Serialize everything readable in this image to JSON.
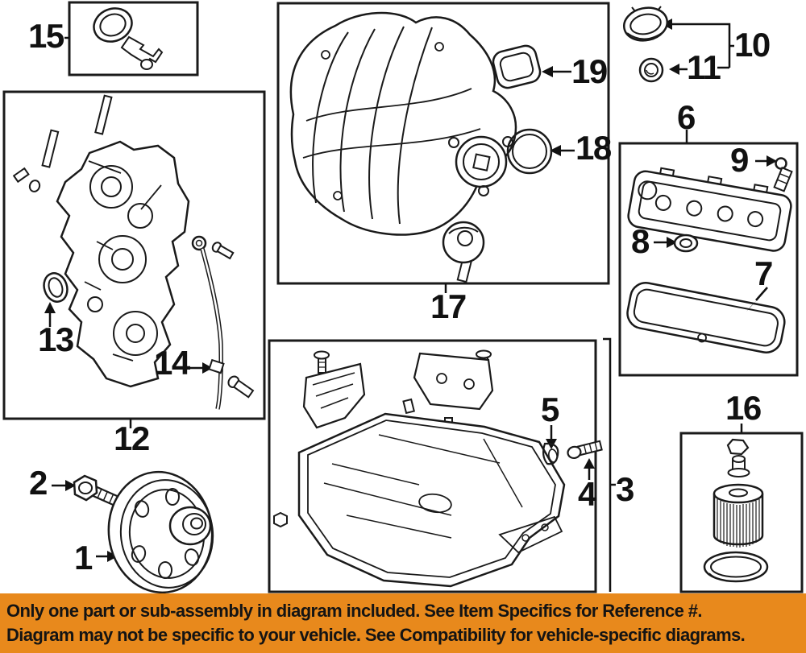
{
  "banner": {
    "bg_color": "#E8891C",
    "text_color": "#141414",
    "line1": "Only one part or sub-assembly in diagram included. See Item Specifics for Reference #.",
    "line2": "Diagram may not be specific to your vehicle. See Compatibility for vehicle-specific diagrams."
  },
  "diagram": {
    "bg_color": "#FFFFFF",
    "line_color": "#1A1A1A",
    "description": "engine-parts-exploded-diagram",
    "callouts": {
      "1": "1",
      "2": "2",
      "3": "3",
      "4": "4",
      "5": "5",
      "6": "6",
      "7": "7",
      "8": "8",
      "9": "9",
      "10": "10",
      "11": "11",
      "12": "12",
      "13": "13",
      "14": "14",
      "15": "15",
      "16": "16",
      "17": "17",
      "18": "18",
      "19": "19"
    }
  }
}
